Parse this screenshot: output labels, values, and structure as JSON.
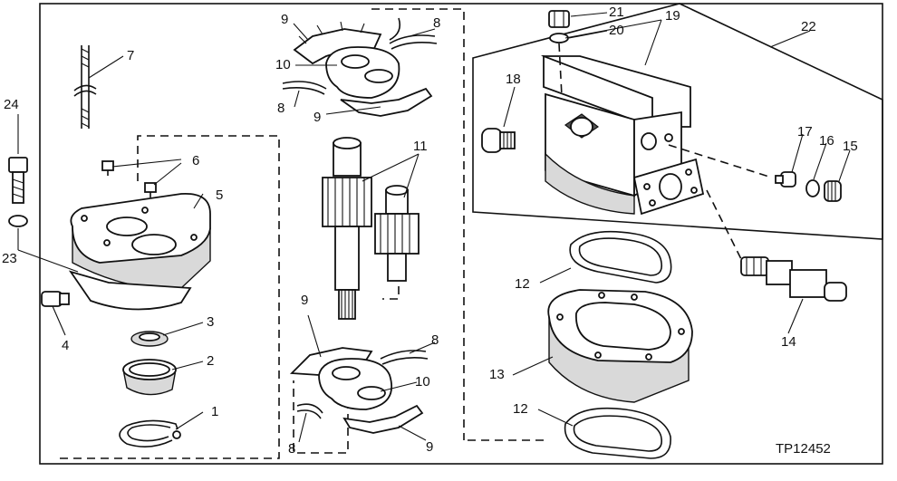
{
  "figure": {
    "code": "TP12452",
    "callouts": [
      "1",
      "2",
      "3",
      "4",
      "5",
      "6",
      "7",
      "8",
      "9",
      "10",
      "11",
      "12",
      "13",
      "14",
      "15",
      "16",
      "17",
      "18",
      "19",
      "20",
      "21",
      "22",
      "23",
      "24"
    ]
  }
}
